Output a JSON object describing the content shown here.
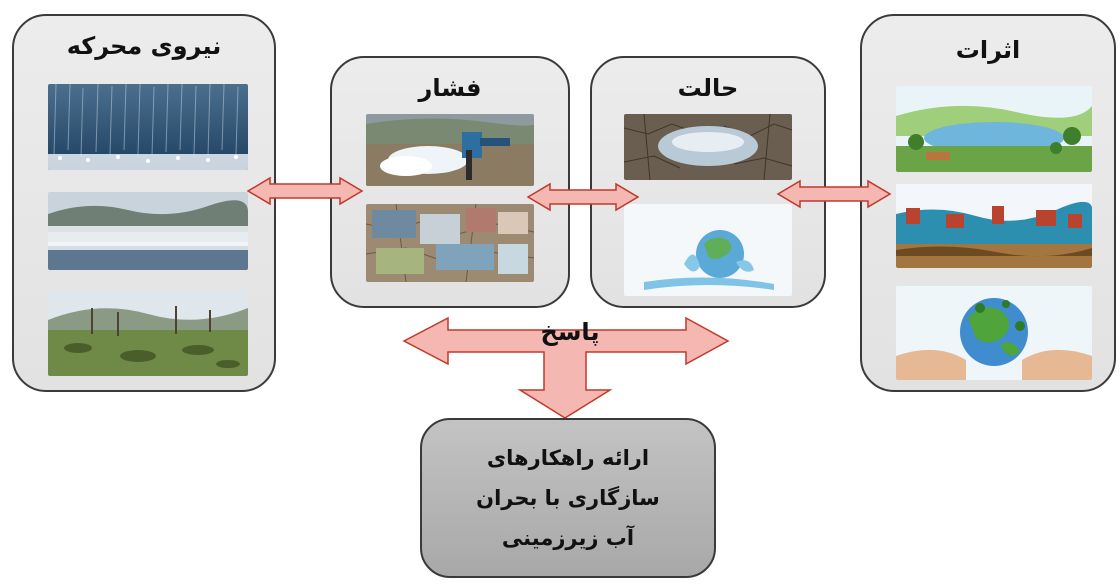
{
  "panels": {
    "driving_force": {
      "title": "نیروی محرکه"
    },
    "pressure": {
      "title": "فشار"
    },
    "state": {
      "title": "حالت"
    },
    "impacts": {
      "title": "اثرات"
    }
  },
  "response": {
    "label": "پاسخ"
  },
  "result": {
    "lines": [
      "ارائه راهکارهای",
      "سازگاری با بحران",
      "آب زیرزمینی"
    ]
  },
  "colors": {
    "arrow_fill": "#f5b7b1",
    "arrow_stroke": "#c0392b",
    "panel_fill": "#e6e6e6",
    "result_fill": "#b5b5b5",
    "border": "#3a3a3a"
  }
}
